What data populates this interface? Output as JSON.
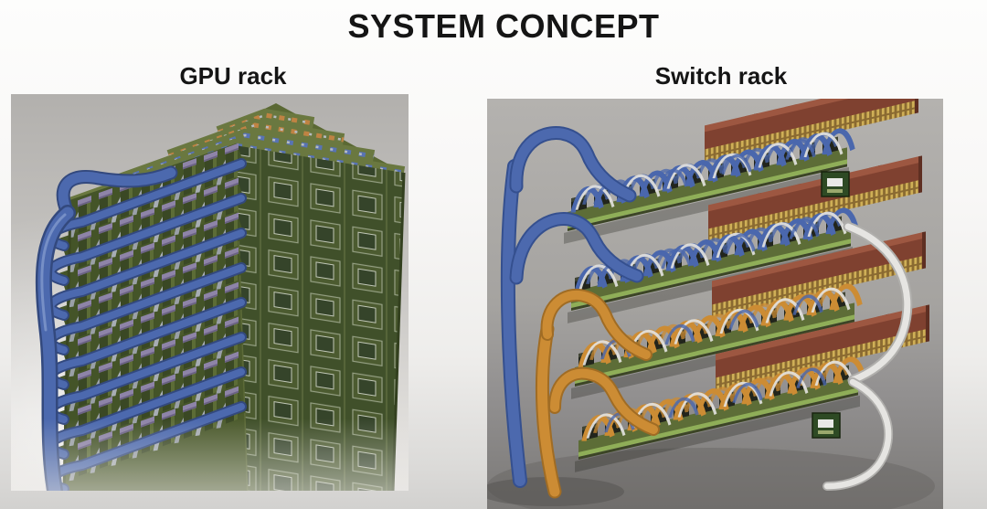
{
  "slide": {
    "title": "SYSTEM CONCEPT",
    "figures": {
      "gpu": {
        "label": "GPU rack"
      },
      "switch": {
        "label": "Switch rack"
      }
    }
  },
  "palette": {
    "cable_blue": "#4c69ae",
    "cable_blue_shadow": "#33497e",
    "cable_orange": "#cc8c34",
    "cable_orange_shadow": "#a06c24",
    "cable_white": "#e6e5e2",
    "cable_gray_ribbon": "#9aa0a7",
    "pcb_olive": "#55652f",
    "pcb_dark": "#40502a",
    "pcb_edge_light": "#8fae58",
    "module_brown": "#7f4130",
    "connector_gold": "#d0b057",
    "connector_violet": "#8e84a8",
    "render_background": "#b2b0ad",
    "page_background": "#f8f7f6",
    "text_color": "#151515"
  }
}
